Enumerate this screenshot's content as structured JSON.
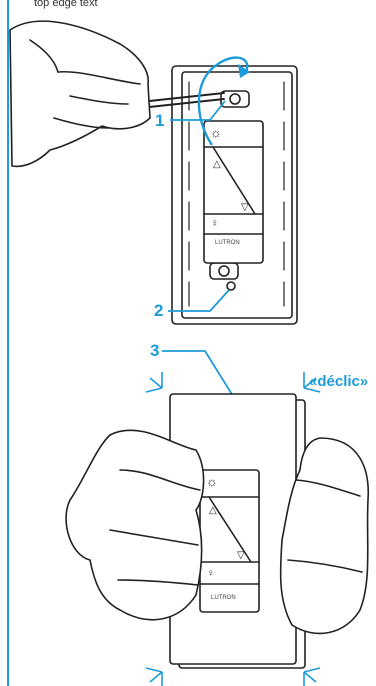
{
  "page": {
    "top_text": "top edge text",
    "callouts": {
      "one": "1",
      "two": "2",
      "three": "3"
    },
    "snap_label": "«déclic»",
    "brand_label": "LUTRON",
    "colors": {
      "accent": "#1d9bd8",
      "ink": "#222222"
    }
  },
  "icons": {
    "upper_switch": [
      "sun-icon",
      "up-arrow-icon",
      "down-arrow-icon",
      "bulb-icon"
    ],
    "lower_switch": [
      "sun-icon",
      "up-arrow-icon",
      "down-arrow-icon",
      "bulb-icon"
    ]
  }
}
